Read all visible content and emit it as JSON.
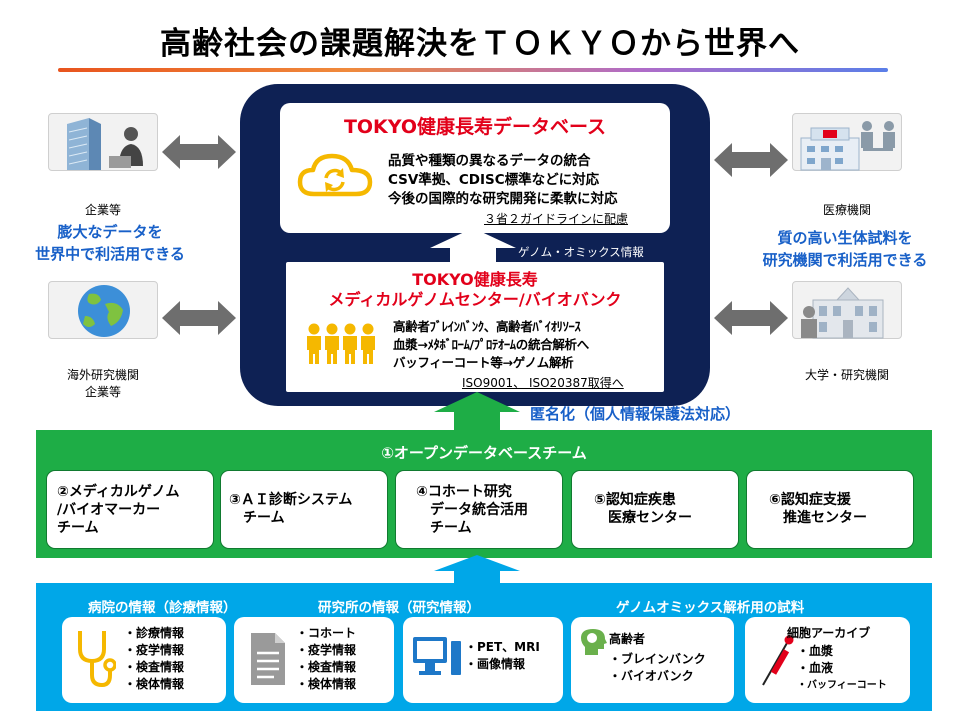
{
  "title": "高齢社会の課題解決をＴＯＫＹＯから世界へ",
  "database": {
    "title": "TOKYO健康長寿データベース",
    "lines": [
      "品質や種類の異なるデータの統合",
      "CSV準拠、CDISC標準などに対応",
      "今後の国際的な研究開発に柔軟に対応"
    ],
    "note": "３省２ガイドラインに配慮"
  },
  "genome_label": "ゲノム・オミックス情報",
  "biobank": {
    "title_line1": "TOKYO健康長寿",
    "title_line2": "メディカルゲノムセンター/バイオバンク",
    "lines": [
      "高齢者ﾌﾞﾚｲﾝﾊﾞﾝｸ、高齢者ﾊﾞｲｵﾘｿｰｽ",
      "血漿→ﾒﾀﾎﾞﾛｰﾑ/ﾌﾟﾛﾃｵｰﾑの統合解析へ",
      "バッフィーコート等→ゲノム解析"
    ],
    "note": "ISO9001、 ISO20387取得へ"
  },
  "left_nodes": {
    "company_label": "企業等",
    "overseas_label_1": "海外研究機関",
    "overseas_label_2": "企業等",
    "caption_1": "膨大なデータを",
    "caption_2": "世界中で利活用できる"
  },
  "right_nodes": {
    "hospital_label": "医療機関",
    "university_label": "大学・研究機関",
    "caption_1": "質の高い生体試料を",
    "caption_2": "研究機関で利活用できる"
  },
  "anonymization_label": "匿名化（個人情報保護法対応）",
  "teams": {
    "open_db": "①オープンデータベースチーム",
    "items": [
      [
        "②メディカルゲノム",
        "/バイオマーカー",
        "チーム"
      ],
      [
        "③ＡＩ診断システム",
        "　チーム"
      ],
      [
        "④コホート研究",
        "　データ統合活用",
        "　チーム"
      ],
      [
        "⑤認知症疾患",
        "　医療センター"
      ],
      [
        "⑥認知症支援",
        "　推進センター"
      ]
    ]
  },
  "sources": {
    "hospital_head": "病院の情報（診療情報）",
    "institute_head": "研究所の情報（研究情報）",
    "genome_head": "ゲノムオミックス解析用の試料",
    "hospital_items": [
      "・診療情報",
      "・疫学情報",
      "・検査情報",
      "・検体情報"
    ],
    "institute_items": [
      "・コホート",
      "・疫学情報",
      "・検査情報",
      "・検体情報"
    ],
    "imaging_items": [
      "・PET、MRI",
      "・画像情報"
    ],
    "elderly_title": "高齢者",
    "elderly_items": [
      "・ブレインバンク",
      "・バイオバンク"
    ],
    "cell_title": "細胞アーカイブ",
    "cell_items": [
      "・血漿",
      "・血液",
      "・バッフィーコート"
    ]
  },
  "colors": {
    "navy": "#0e2154",
    "red_title": "#e2001a",
    "blue_caption": "#1860c8",
    "green_panel": "#1ead46",
    "blue_panel": "#00a7e8",
    "cloud_icon": "#f5b800",
    "people_icon": "#f5b800",
    "arrow_gray": "#6e6e6e"
  },
  "icons": [
    "cloud-sync-icon",
    "people-group-icon",
    "building-icon",
    "businessman-icon",
    "globe-icon",
    "hospital-icon",
    "doctor-consult-icon",
    "university-icon",
    "researcher-icon",
    "stethoscope-icon",
    "document-icon",
    "monitor-icon",
    "brain-head-icon",
    "pipette-icon",
    "double-arrow-icon",
    "up-arrow-icon"
  ]
}
